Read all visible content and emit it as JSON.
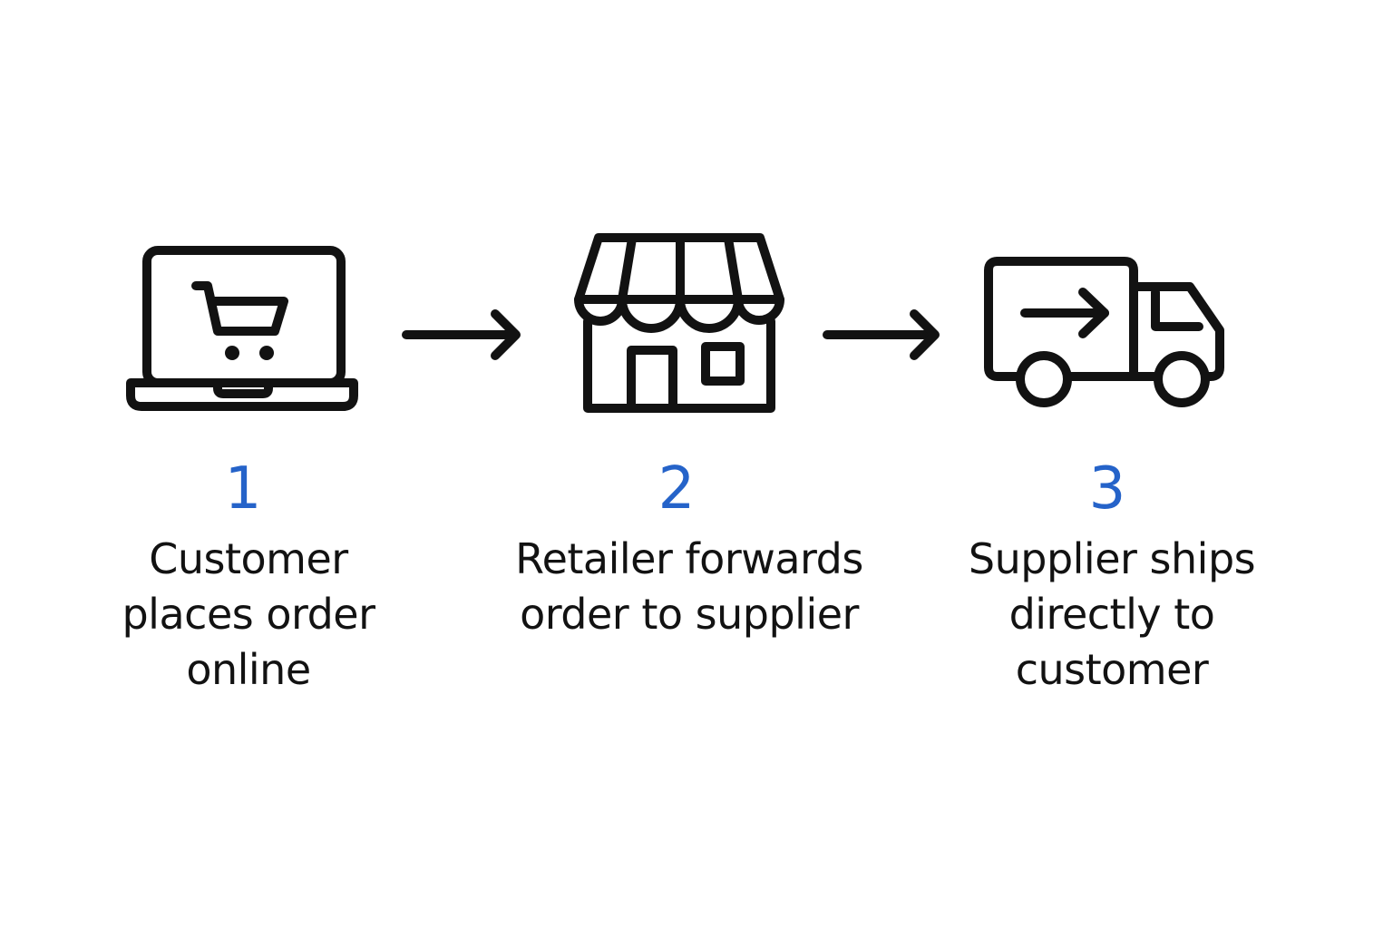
{
  "colors": {
    "accent": "#2563c9",
    "ink": "#121212",
    "background": "#ffffff"
  },
  "steps": [
    {
      "number": "1",
      "icon": "laptop-shopping-cart-icon",
      "label_lines": [
        "Customer",
        "places order",
        "online"
      ]
    },
    {
      "number": "2",
      "icon": "storefront-icon",
      "label_lines": [
        "Retailer forwards",
        "order to supplier"
      ]
    },
    {
      "number": "3",
      "icon": "delivery-truck-icon",
      "label_lines": [
        "Supplier ships",
        "directly to",
        "customer"
      ]
    }
  ],
  "connectors": [
    {
      "from": "1",
      "to": "2",
      "icon": "arrow-right-icon"
    },
    {
      "from": "2",
      "to": "3",
      "icon": "arrow-right-icon"
    }
  ]
}
